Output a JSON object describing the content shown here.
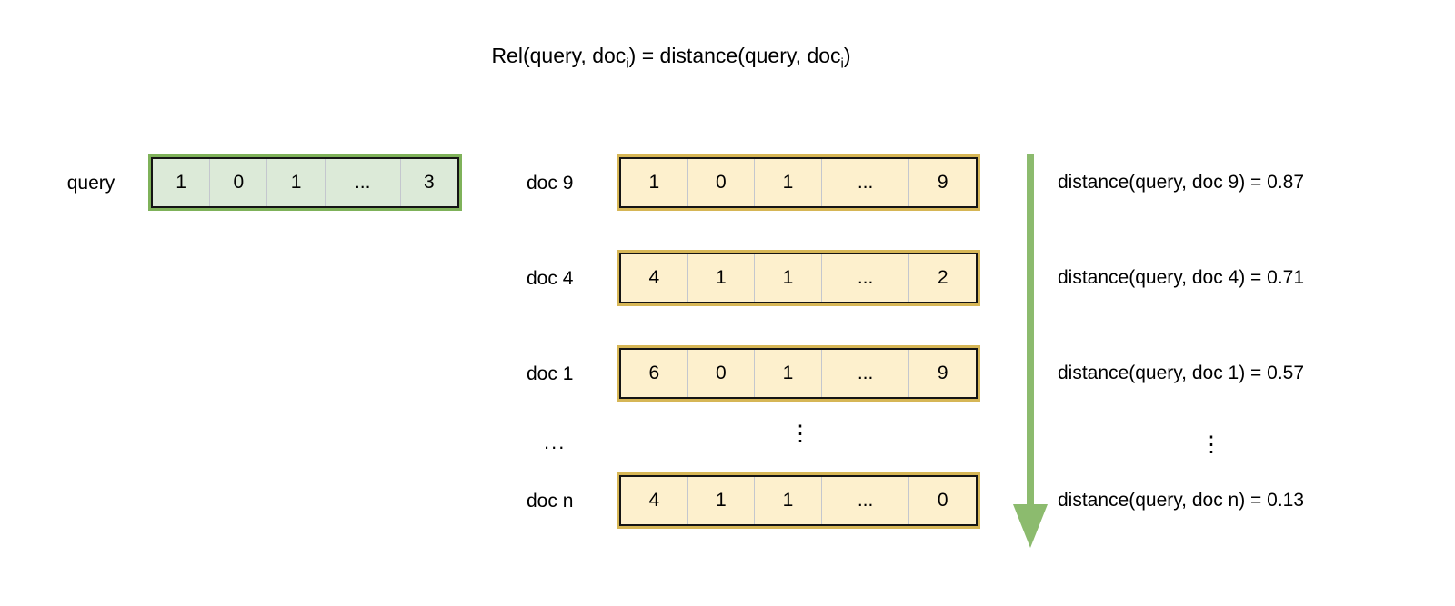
{
  "colors": {
    "query_fill": "#dcead8",
    "query_border": "#7fb25a",
    "doc_fill": "#fdf0cd",
    "doc_border": "#d6b656",
    "inner_border": "#141414",
    "arrow": "#8cbb6e",
    "divider": "#c4c7ce",
    "text": "#000000"
  },
  "formula": {
    "prefix": "Rel(query, doc",
    "sub1": "i",
    "middle": ") = distance(query, doc",
    "sub2": "i",
    "suffix": ")"
  },
  "query": {
    "label": "query",
    "cells": [
      "1",
      "0",
      "1",
      "...",
      "3"
    ]
  },
  "docs": [
    {
      "label": "doc 9",
      "cells": [
        "1",
        "0",
        "1",
        "...",
        "9"
      ],
      "distance": "distance(query, doc 9) = 0.87"
    },
    {
      "label": "doc 4",
      "cells": [
        "4",
        "1",
        "1",
        "...",
        "2"
      ],
      "distance": "distance(query, doc 4) = 0.71"
    },
    {
      "label": "doc 1",
      "cells": [
        "6",
        "0",
        "1",
        "...",
        "9"
      ],
      "distance": "distance(query, doc 1) = 0.57"
    },
    {
      "label": "doc n",
      "cells": [
        "4",
        "1",
        "1",
        "...",
        "0"
      ],
      "distance": "distance(query, doc n) = 0.13"
    }
  ],
  "ellipsis": {
    "label_dots": "...",
    "vector_dots": "⋮",
    "distance_dots": "⋮"
  }
}
